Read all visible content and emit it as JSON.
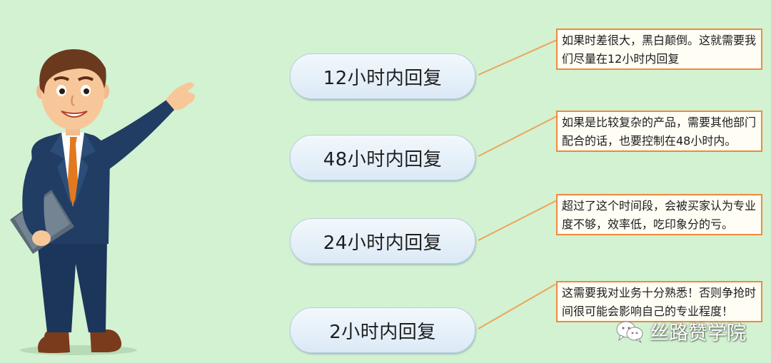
{
  "items": [
    {
      "label": "12小时内回复",
      "note": "如果时差很大，黑白颠倒。这就需要我们尽量在12小时内回复"
    },
    {
      "label": "48小时内回复",
      "note": "如果是比较复杂的产品，需要其他部门配合的话，也要控制在48小时内。"
    },
    {
      "label": "24小时内回复",
      "note": "超过了这个时间段，会被买家认为专业度不够，效率低，吃印象分的亏。"
    },
    {
      "label": "2小时内回复",
      "note": "这需要我对业务十分熟悉！否则争抢时间很可能会影响自己的专业程度！"
    }
  ],
  "watermark": {
    "text": "丝路赞学院",
    "icon": "wechat-icon"
  },
  "colors": {
    "background": "#d2f2d2",
    "pill_fill": "#dbe9f6",
    "note_border": "#ee8a3c",
    "connector": "#f0a35a",
    "suit": "#1f3a5c",
    "tie": "#e0781e"
  }
}
